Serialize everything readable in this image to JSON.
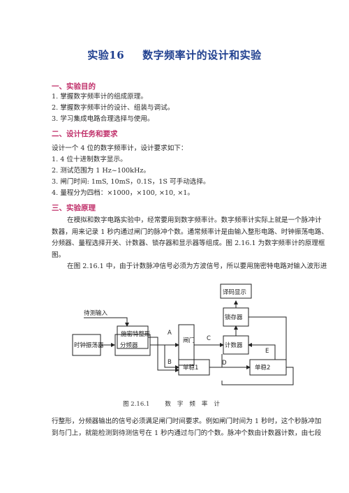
{
  "title": {
    "number": "实验16",
    "text": "数字频率计的设计和实验"
  },
  "sections": [
    {
      "heading": "一、实验目的",
      "lines": [
        "1. 掌握数字频率计的组成原理。",
        "2. 掌握数字频率计的设计、组装与调试。",
        "3. 学习集成电路合理选择与使用。"
      ]
    },
    {
      "heading": "二、设计任务和要求",
      "lines": [
        "设计一个  4  位的数字频率计，设计要求如下：",
        "1. 4  位十进制数字显示。",
        "2.  测试范围为  1 Hz~100kHz。",
        "3.  闸门时间: 1mS, 10mS，0.1S，1S  可手动选择。",
        "4.  量程分为四档：×1000，×100, ×10, ×1。"
      ]
    },
    {
      "heading": "三、实验原理",
      "para1": [
        "在模拟和数字电路实验中，经常要用到数字频率计。数字频率计实际上就是一个脉冲计",
        "数器，用来记录  1  秒内通过闸门的脉冲个数。通常频率计是由输入整形电路、时钟振荡电路、",
        "分频器、量程选择开关、计数器、锁存器和显示器等组成。图  2.16.1  为数字频率计的原理框",
        "图。"
      ],
      "para2": "在图  2.16.1  中，由于计数脉冲信号必须为方波信号，所以要用施密特电路对输入波形进",
      "para3": [
        "行整形，分频器输出的信号必须满足闸门时间要求。例如闸门时间为  1  秒时，这个秒脉冲加",
        "到与门上，就能检测到待测信号在  1  秒内通过与门的个数。脉冲个数由计数器计数，由七段"
      ]
    }
  ],
  "diagram": {
    "input_label": "待测输入",
    "blocks": {
      "schmitt": "施密特整形",
      "clock": "时钟振荡器",
      "divider": "分频器",
      "gate": "闸门",
      "counter": "计数器",
      "latch": "锁存器",
      "display": "译码显示",
      "mono1": "单稳1",
      "mono2": "单稳2"
    },
    "signals": {
      "a": "A",
      "b": "B",
      "c": "C",
      "d": "D",
      "e": "E"
    }
  },
  "caption": {
    "number": "图  2.16.1",
    "text": "数字频率计"
  }
}
